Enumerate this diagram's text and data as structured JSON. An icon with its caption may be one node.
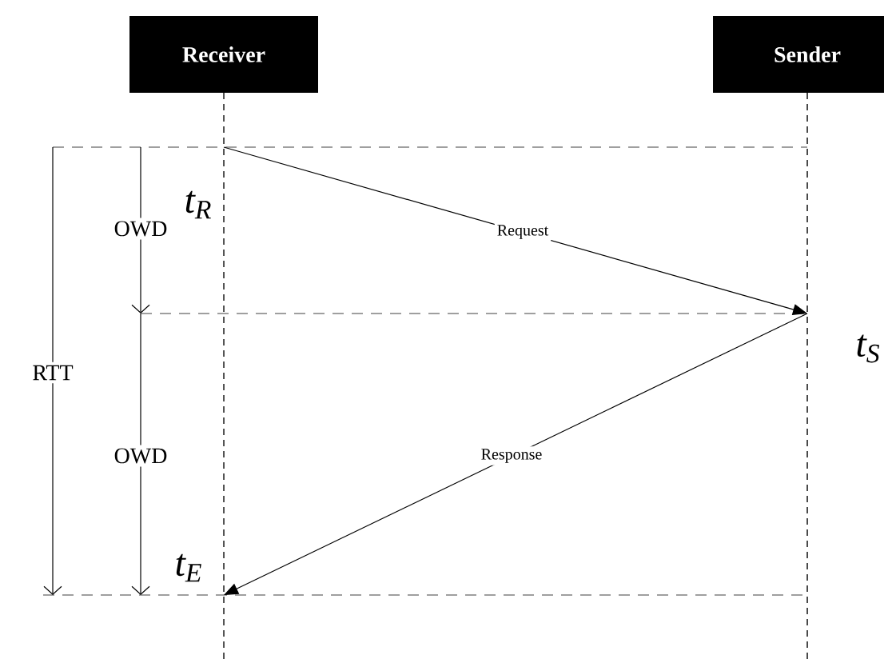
{
  "diagram": {
    "nodes": [
      {
        "text": [
          "Receiver"
        ]
      },
      {
        "text": [
          "Sender"
        ]
      }
    ],
    "edges": [
      {
        "from": 0,
        "to": 1,
        "arrow": "to",
        "label": "Request"
      },
      {
        "from": 1,
        "to": 0,
        "arrow": "to",
        "label": "Response"
      }
    ],
    "labels": [
      "t$_{R}$",
      "OWD",
      "t$_{S}$",
      "RTT",
      "OWD",
      "t$_{E}$"
    ]
  }
}
